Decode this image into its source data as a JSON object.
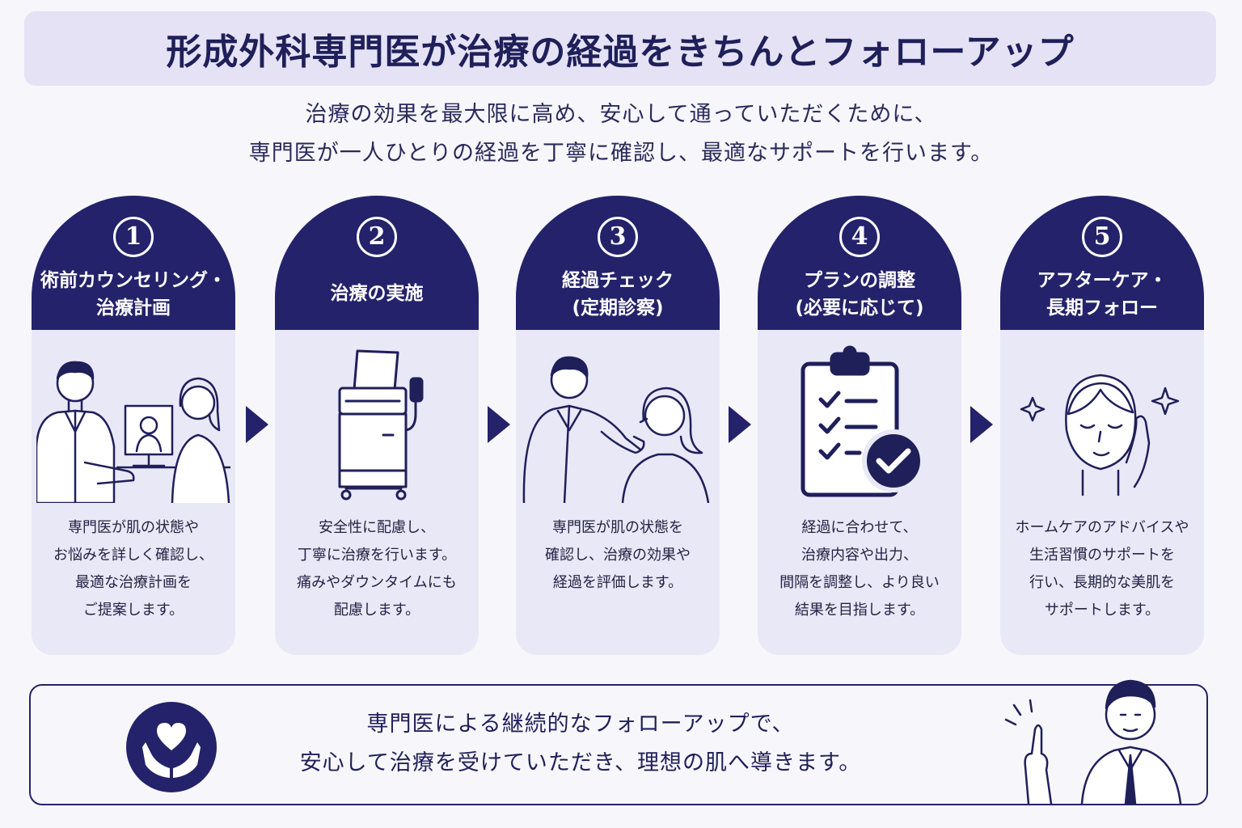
{
  "header": {
    "title": "形成外科専門医が治療の経過をきちんとフォローアップ"
  },
  "intro": {
    "line1": "治療の効果を最大限に高め、安心して通っていただくために、",
    "line2": "専門医が一人ひとりの経過を丁寧に確認し、最適なサポートを行います。"
  },
  "steps": [
    {
      "number": "1",
      "label_lines": [
        "術前カウンセリング・",
        "治療計画"
      ],
      "icon": "consultation-icon",
      "desc_lines": [
        "専門医が肌の状態や",
        "お悩みを詳しく確認し、",
        "最適な治療計画を",
        "ご提案します。"
      ]
    },
    {
      "number": "2",
      "label_lines": [
        "治療の実施"
      ],
      "icon": "treatment-device-icon",
      "desc_lines": [
        "安全性に配慮し、",
        "丁寧に治療を行います。",
        "痛みやダウンタイムにも",
        "配慮します。"
      ]
    },
    {
      "number": "3",
      "label_lines": [
        "経過チェック",
        "(定期診察)"
      ],
      "icon": "checkup-icon",
      "desc_lines": [
        "専門医が肌の状態を",
        "確認し、治療の効果や",
        "経過を評価します。"
      ]
    },
    {
      "number": "4",
      "label_lines": [
        "プランの調整",
        "(必要に応じて)"
      ],
      "icon": "clipboard-check-icon",
      "desc_lines": [
        "経過に合わせて、",
        "治療内容や出力、",
        "間隔を調整し、より良い",
        "結果を目指します。"
      ]
    },
    {
      "number": "5",
      "label_lines": [
        "アフターケア・",
        "長期フォロー"
      ],
      "icon": "skincare-face-icon",
      "desc_lines": [
        "ホームケアのアドバイスや",
        "生活習慣のサポートを",
        "行い、長期的な美肌を",
        "サポートします。"
      ]
    }
  ],
  "footer": {
    "line1": "専門医による継続的なフォローアップで、",
    "line2": "安心して治療を受けていただき、理想の肌へ導きます。",
    "icon": "heart-hands-icon",
    "figure": "doctor-pointing-icon"
  },
  "colors": {
    "navy": "#24226a",
    "card_bg": "#e9e8f6",
    "title_bg": "#e4e2f4"
  }
}
